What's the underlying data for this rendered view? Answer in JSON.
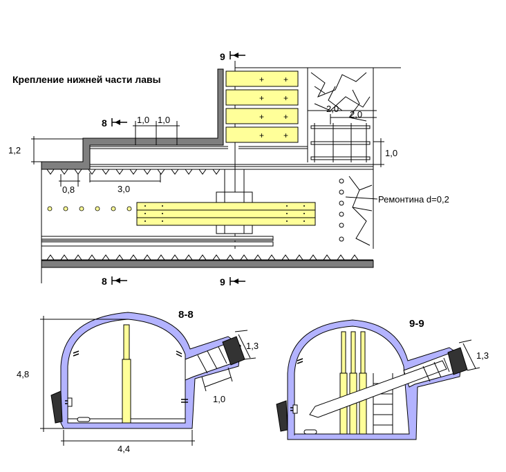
{
  "title": "Крепление нижней части лавы",
  "section_marks": {
    "s8_top": "8",
    "s8_bottom": "8",
    "s9_top": "9",
    "s9_bottom": "9"
  },
  "plan_dimensions": {
    "d1": "1,0",
    "d2": "1,0",
    "d3": "2,0",
    "d4": "2,0",
    "d5": "1,2",
    "d6": "1,0",
    "d7": "0,8",
    "d8": "3,0"
  },
  "callout": "Ремонтина d=0,2",
  "section_8": {
    "title": "8-8",
    "height": "4,8",
    "width": "4,4",
    "niche_depth": "1,3",
    "niche_width": "1,0"
  },
  "section_9": {
    "title": "9-9",
    "niche_depth": "1,3"
  },
  "colors": {
    "timber": "#ffff99",
    "lining": "#b3b3ff",
    "rock": "#333333",
    "wall": "#7f7f7f"
  }
}
